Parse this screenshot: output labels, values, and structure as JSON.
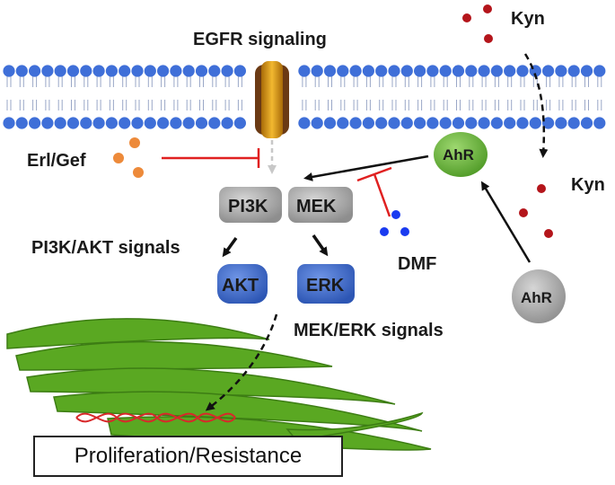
{
  "labels": {
    "egfr": "EGFR signaling",
    "kyn_top": "Kyn",
    "kyn_mid": "Kyn",
    "erl_gef": "Erl/Gef",
    "pi3k": "PI3K",
    "mek": "MEK",
    "ahr_green": "AhR",
    "ahr_gray": "AhR",
    "dmf": "DMF",
    "pi3k_akt": "PI3K/AKT signals",
    "akt": "AKT",
    "erk": "ERK",
    "mek_erk": "MEK/ERK signals",
    "outcome": "Proliferation/Resistance"
  },
  "colors": {
    "membrane": "#3f6fd8",
    "receptor": "#c88a10",
    "receptor_dark": "#6b3a14",
    "green_node": "#6cb33a",
    "blue_node": "#3a66c6",
    "gray_node": "#a9a9a9",
    "kyn_dot": "#b4151b",
    "erl_dot": "#ed8a3a",
    "dmf_dot": "#1a3bf0",
    "inhibit": "#e02020",
    "er": "#5aa822",
    "dna": "#d8282a"
  }
}
